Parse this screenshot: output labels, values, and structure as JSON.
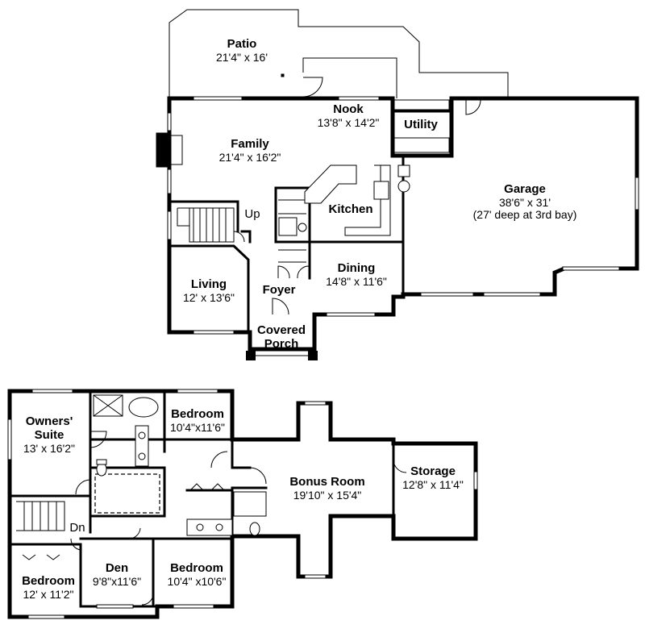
{
  "rooms": {
    "patio": {
      "name": "Patio",
      "size": "21'4\" x 16'"
    },
    "nook": {
      "name": "Nook",
      "size": "13'8\" x 14'2\""
    },
    "utility": {
      "name": "Utility"
    },
    "family": {
      "name": "Family",
      "size": "21'4\" x 16'2\""
    },
    "garage": {
      "name": "Garage",
      "size": "38'6\" x 31'",
      "note": "(27' deep at 3rd bay)"
    },
    "kitchen": {
      "name": "Kitchen"
    },
    "living": {
      "name": "Living",
      "size": "12' x 13'6\""
    },
    "foyer": {
      "name": "Foyer"
    },
    "dining": {
      "name": "Dining",
      "size": "14'8\" x 11'6\""
    },
    "porch": {
      "name": "Covered",
      "name2": "Porch"
    },
    "owners": {
      "name": "Owners'",
      "name2": "Suite",
      "size": "13' x 16'2\""
    },
    "bedroom2": {
      "name": "Bedroom",
      "size": "10'4\"x11'6\""
    },
    "bonus": {
      "name": "Bonus Room",
      "size": "19'10\" x 15'4\""
    },
    "storage": {
      "name": "Storage",
      "size": "12'8\" x 11'4\""
    },
    "bedroom_sw": {
      "name": "Bedroom",
      "size": "12' x 11'2\""
    },
    "den": {
      "name": "Den",
      "size": "9'8\"x11'6\""
    },
    "bedroom3": {
      "name": "Bedroom",
      "size": "10'4\" x10'6\""
    }
  },
  "stairs": {
    "up": "Up",
    "down": "Dn"
  }
}
